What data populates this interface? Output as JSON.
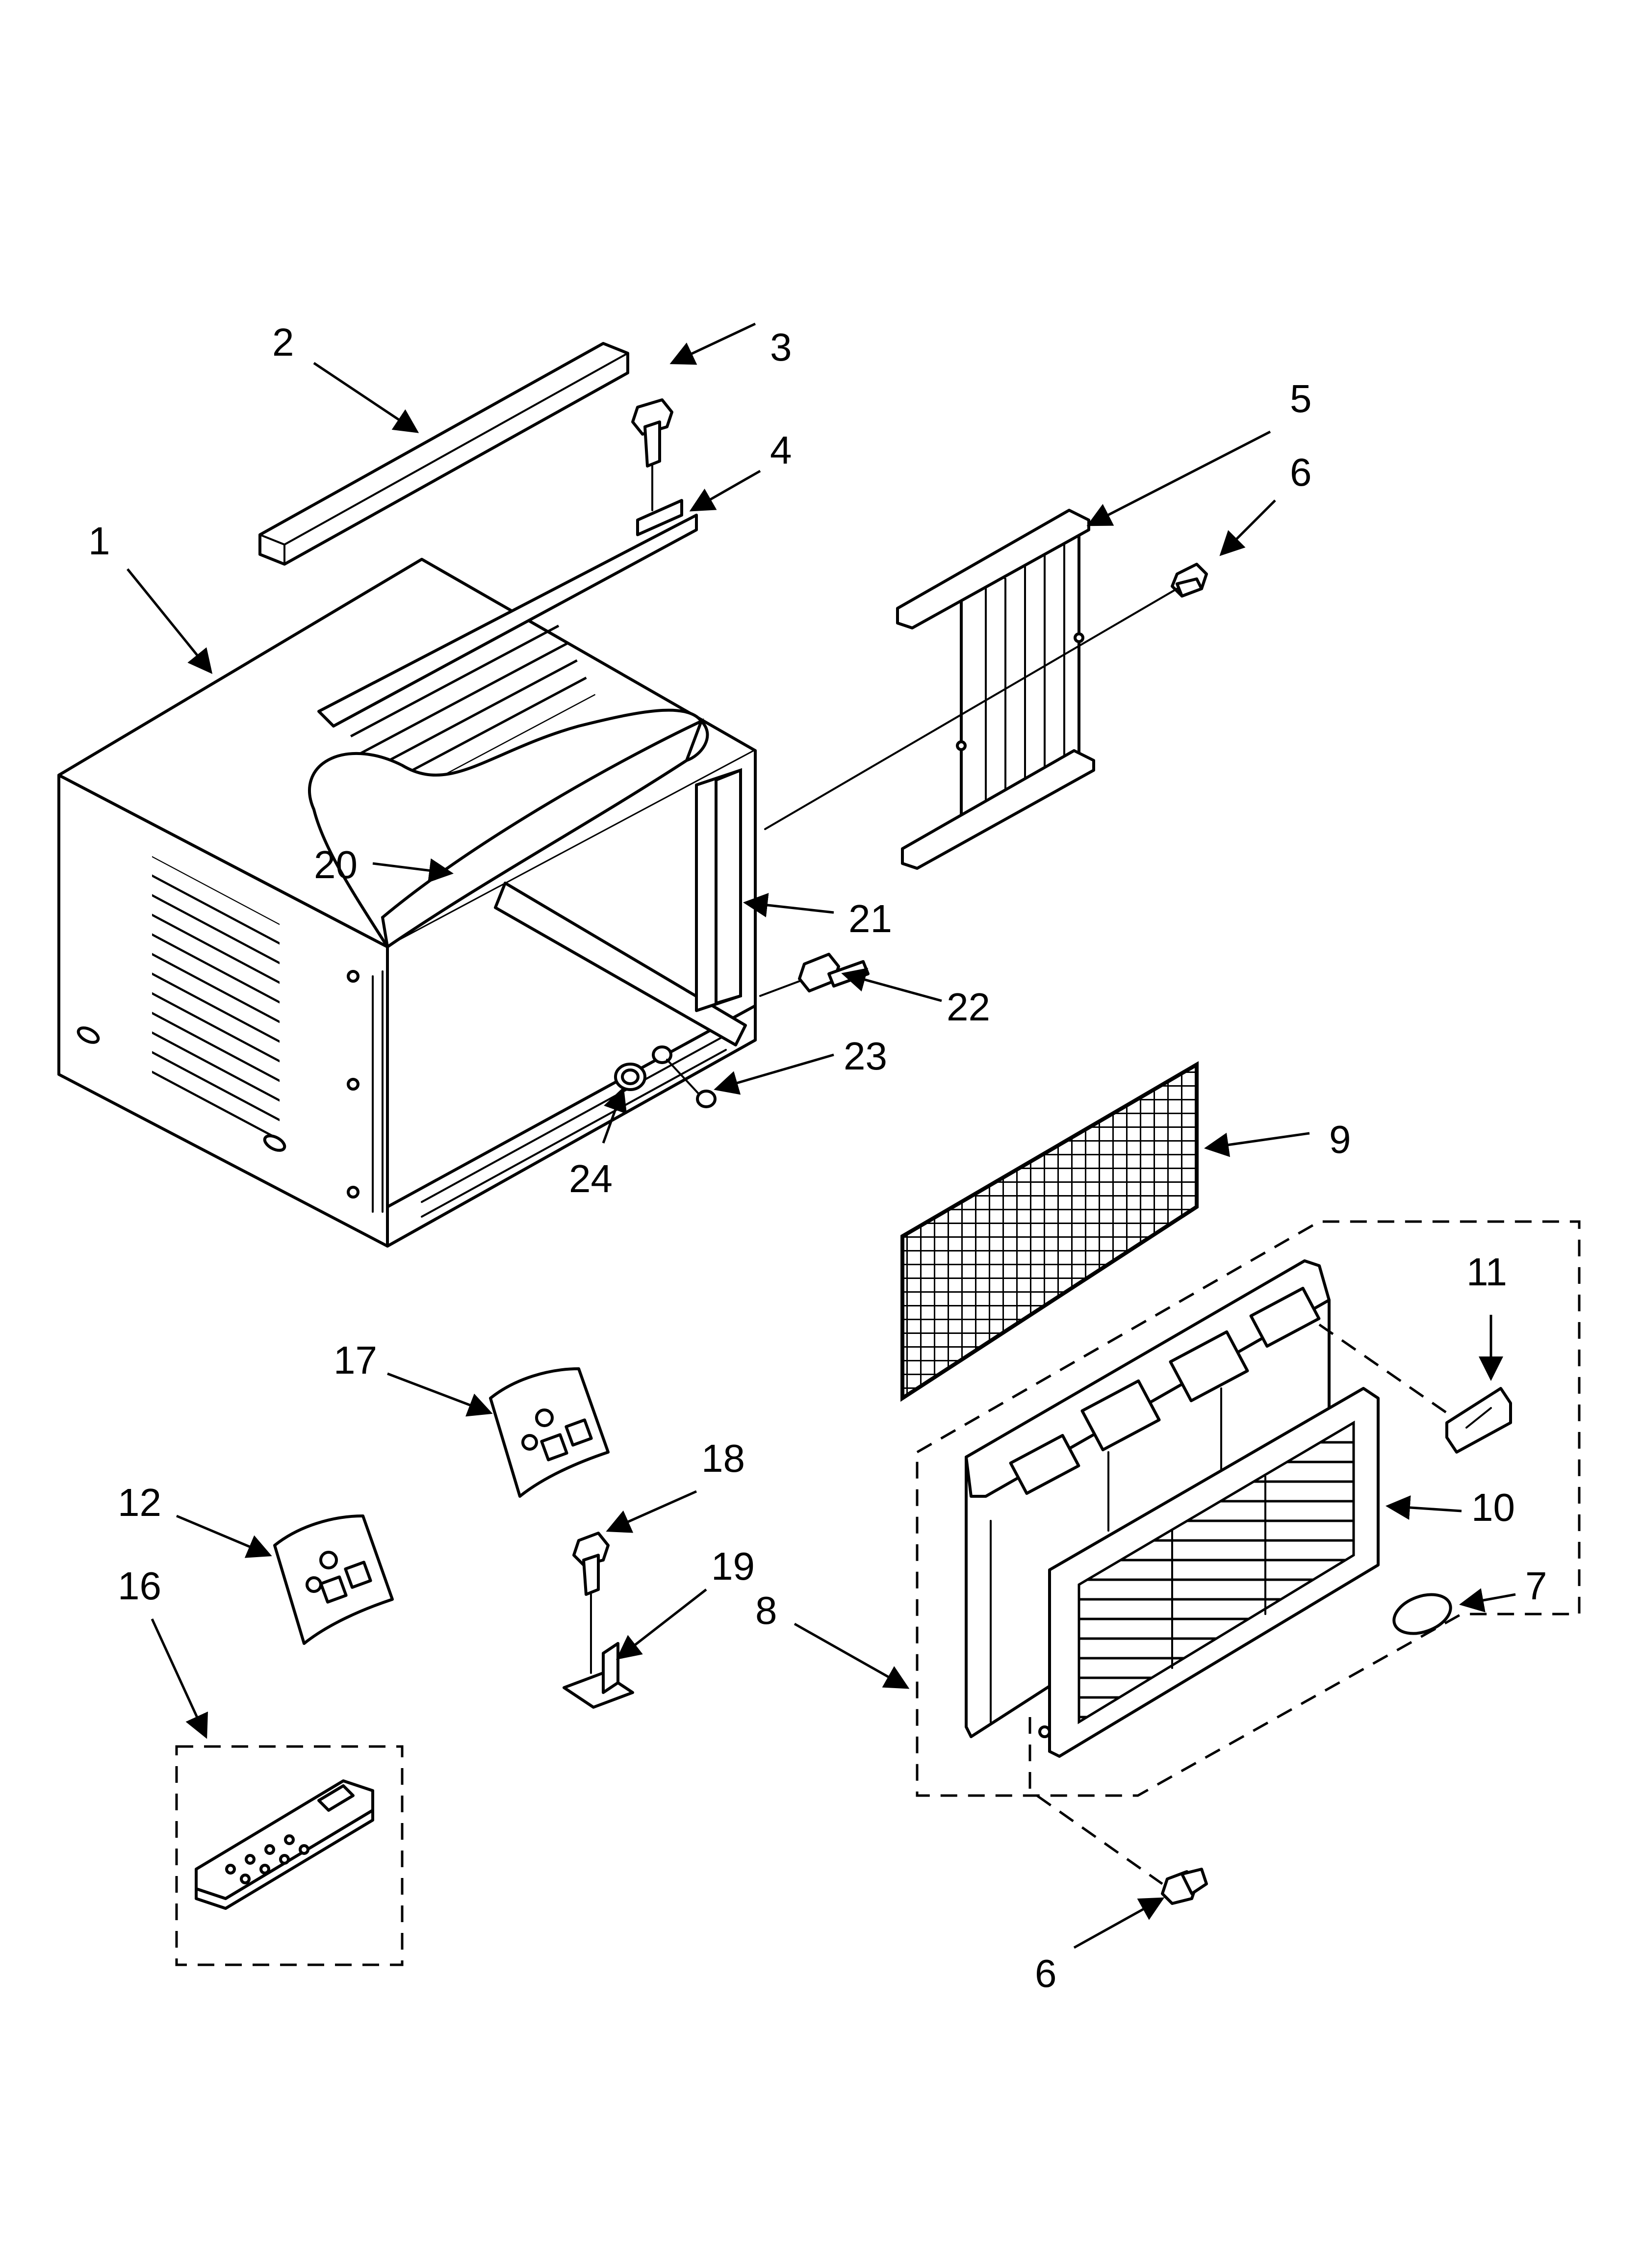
{
  "diagram": {
    "callouts": [
      {
        "label": "1"
      },
      {
        "label": "2"
      },
      {
        "label": "3"
      },
      {
        "label": "4"
      },
      {
        "label": "5"
      },
      {
        "label": "6"
      },
      {
        "label": "20"
      },
      {
        "label": "21"
      },
      {
        "label": "22"
      },
      {
        "label": "23"
      },
      {
        "label": "24"
      },
      {
        "label": "9"
      },
      {
        "label": "11"
      },
      {
        "label": "17"
      },
      {
        "label": "18"
      },
      {
        "label": "19"
      },
      {
        "label": "12"
      },
      {
        "label": "16"
      },
      {
        "label": "10"
      },
      {
        "label": "8"
      },
      {
        "label": "7"
      },
      {
        "label": "6"
      }
    ]
  }
}
